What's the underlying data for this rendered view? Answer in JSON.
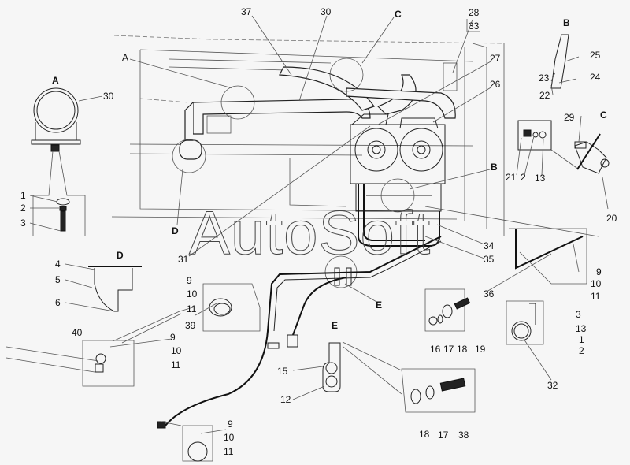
{
  "watermark": "AutoSoft",
  "views": {
    "a1": "A",
    "a2": "A",
    "b1": "B",
    "b2": "B",
    "c1": "C",
    "c2": "C",
    "d1": "D",
    "d2": "D",
    "e1": "E",
    "e2": "E"
  },
  "labels": {
    "l37": "37",
    "l30top": "30",
    "l28": "28",
    "l33": "33",
    "l27": "27",
    "l26": "26",
    "l25": "25",
    "l23": "23",
    "l24": "24",
    "l22": "22",
    "l30a": "30",
    "l29": "29",
    "l21": "21",
    "l2a": "2",
    "l13a": "13",
    "l20": "20",
    "l1": "1",
    "l2": "2",
    "l3": "3",
    "l31": "31",
    "l34": "34",
    "l35": "35",
    "l4": "4",
    "l5": "5",
    "l6": "6",
    "r9": "9",
    "r10": "10",
    "r11": "11",
    "l36": "36",
    "m9": "9",
    "m10": "10",
    "m11": "11",
    "l39": "39",
    "l3b": "3",
    "l13b": "13",
    "l1b": "1",
    "l2b": "2",
    "l40": "40",
    "n9": "9",
    "n10": "10",
    "n11": "11",
    "l16": "16",
    "l17": "17",
    "l18": "18",
    "l19": "19",
    "l15": "15",
    "l12": "12",
    "l32": "32",
    "l18b": "18",
    "l17b": "17",
    "l38": "38",
    "b9": "9",
    "b10": "10",
    "b11": "11"
  }
}
